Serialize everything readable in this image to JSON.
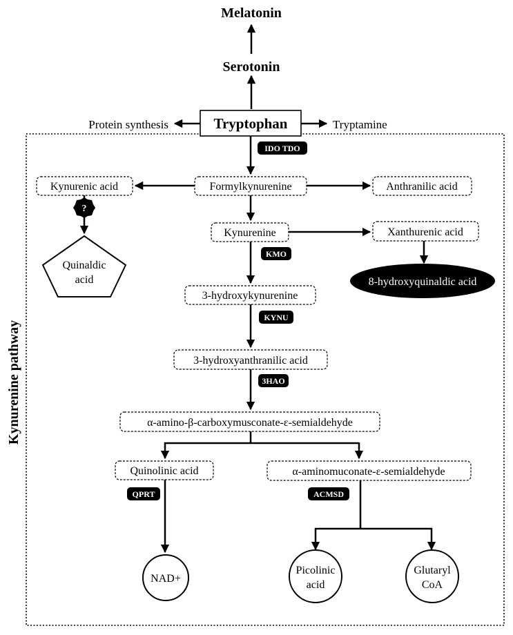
{
  "top": {
    "melatonin": "Melatonin",
    "serotonin": "Serotonin",
    "tryptophan": "Tryptophan",
    "protein_synthesis": "Protein synthesis",
    "tryptamine": "Tryptamine"
  },
  "pathway_label": "Kynurenine pathway",
  "nodes": {
    "formylkynurenine": "Formylkynurenine",
    "kynurenic_acid": "Kynurenic acid",
    "anthranilic_acid": "Anthranilic acid",
    "kynurenine": "Kynurenine",
    "xanthurenic_acid": "Xanthurenic acid",
    "quinaldic_line1": "Quinaldic",
    "quinaldic_line2": "acid",
    "hydroxyquinaldic": "8-hydroxyquinaldic acid",
    "hydroxykynurenine": "3-hydroxykynurenine",
    "hydroxyanthranilic": "3-hydroxyanthranilic acid",
    "acms": "α-amino-β-carboxymusconate-ε-semialdehyde",
    "quinolinic_acid": "Quinolinic acid",
    "ams": "α-aminomuconate-ε-semialdehyde",
    "nad": "NAD+",
    "picolinic_line1": "Picolinic",
    "picolinic_line2": "acid",
    "glutaryl_line1": "Glutaryl",
    "glutaryl_line2": "CoA"
  },
  "enzymes": {
    "ido_tdo": "IDO TDO",
    "kmo": "KMO",
    "kynu": "KYNU",
    "hao": "3HAO",
    "qprt": "QPRT",
    "acmsd": "ACMSD",
    "unknown": "?"
  }
}
